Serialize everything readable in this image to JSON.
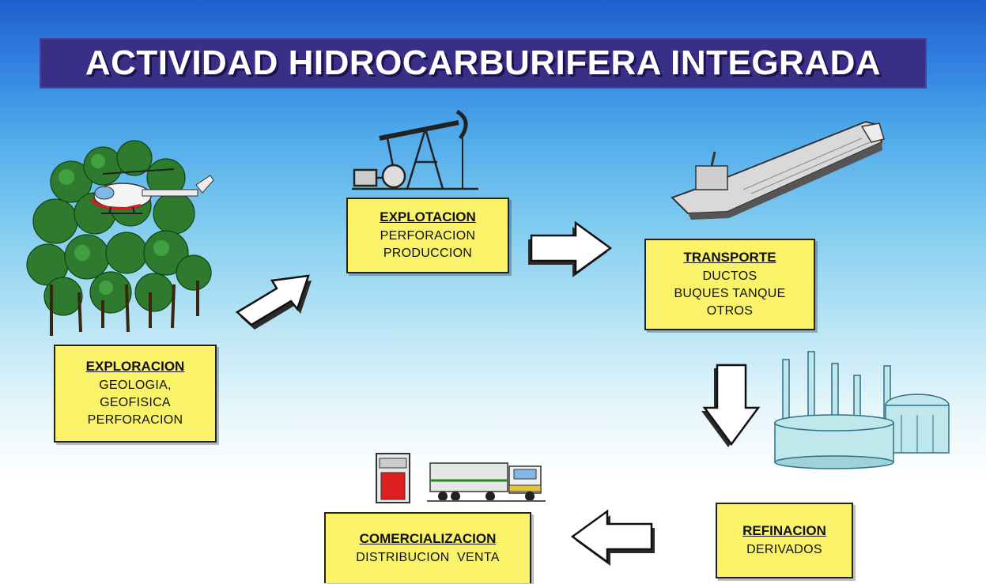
{
  "title": "ACTIVIDAD HIDROCARBURIFERA INTEGRADA",
  "stages": {
    "exploracion": {
      "heading": "EXPLORACION",
      "lines": [
        "GEOLOGIA,",
        "GEOFISICA",
        "PERFORACION"
      ]
    },
    "explotacion": {
      "heading": "EXPLOTACION",
      "lines": [
        "PERFORACION",
        "PRODUCCION"
      ]
    },
    "transporte": {
      "heading": "TRANSPORTE",
      "lines": [
        "DUCTOS",
        "BUQUES TANQUE",
        "OTROS"
      ]
    },
    "refinacion": {
      "heading": "REFINACION",
      "lines": [
        "DERIVADOS"
      ]
    },
    "comercializacion": {
      "heading": "COMERCIALIZACION",
      "lines": [
        "DISTRIBUCION  VENTA"
      ]
    }
  },
  "illustrations": [
    "forest-helicopter-icon",
    "pumpjack-icon",
    "tanker-ship-icon",
    "refinery-icon",
    "fuel-pump-icon",
    "tanker-truck-icon"
  ],
  "colors": {
    "title_bg": "#3a2f86",
    "box_bg": "#faf36a",
    "sky_top": "#1f5fcc"
  }
}
